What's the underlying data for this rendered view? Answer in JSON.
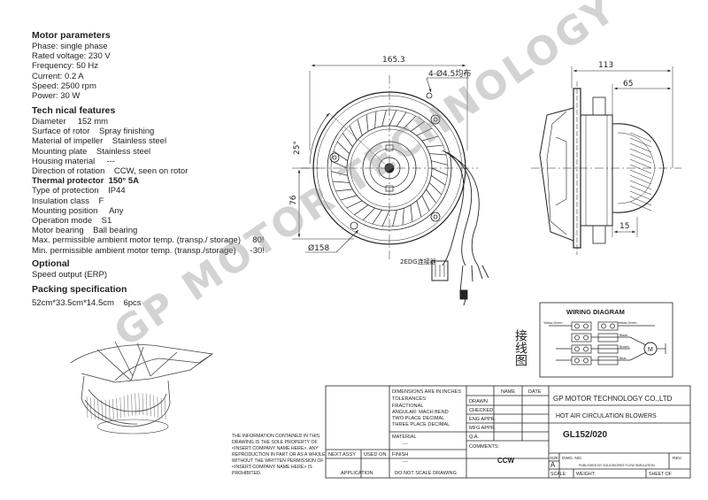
{
  "motor_parameters": {
    "title": "Motor parameters",
    "rows": [
      "Phase: single phase",
      "Rated voltage: 230 V",
      "Frequency: 50 Hz",
      "Current: 0.2 A",
      "Speed: 2500 rpm",
      "Power: 30 W"
    ]
  },
  "technical_features": {
    "title": "Tech nical features",
    "rows": [
      "Diameter     152 mm",
      "Surface of rotor    Spray finishing",
      "Material of impeller    Stainless steel",
      "Mounting plate    Stainless steel",
      "Housing material     ---",
      "Direction of rotation    CCW, seen on rotor",
      "Thermal protector  150° 5A",
      "Type of protection    IP44",
      "Insulation class    F",
      "Mounting position     Any",
      "Operation mode    S1",
      "Motor bearing    Ball bearing",
      "Max. permissible ambient motor temp. (transp./ storage)     80!",
      "Min. permissible ambient motor temp. (transp./storage)      -30!"
    ]
  },
  "optional": {
    "title": "Optional",
    "rows": [
      "Speed output (ERP)"
    ]
  },
  "packing": {
    "title": "Packing specification",
    "rows": [
      "52cm*33.5cm*14.5cm    6pcs"
    ]
  },
  "dimensions": {
    "width": "165.3",
    "holes": "4-Ø4.5均布",
    "angle": "25°",
    "height_left": "76",
    "diameter": "Ø158",
    "depth": "113",
    "shaft": "65",
    "flange": "15",
    "connector": "2EDG连接器"
  },
  "wiring": {
    "title": "WIRING DIAGRAM",
    "side_label": "接线图",
    "left_wire": "Yellow-Green",
    "right_wire": "Yellow-Green",
    "colors": [
      "Black",
      "Brown",
      "Blue"
    ],
    "motor": "M"
  },
  "title_block": {
    "dims_note": "DIMENSIONS ARE IN INCHES",
    "tolerances": "TOLERANCES:",
    "fractional": "FRACTIONAL",
    "angular": "ANGULAR: MACH    BEND",
    "two_place": "TWO PLACE DECIMAL",
    "three_place": "THREE PLACE DECIMAL",
    "material": "MATERIAL",
    "finish": "FINISH",
    "dash1": "---",
    "dash2": "---",
    "name_hdr": "NAME",
    "date_hdr": "DATE",
    "drawn": "DRAWN",
    "checked": "CHECKED",
    "eng_appr": "ENG APPR.",
    "mfg_appr": "MFG APPR.",
    "qa": "Q.A.",
    "comments": "COMMENTS:",
    "company": "GP MOTOR TECHNOLOGY CO.,LTD",
    "product": "HOT AIR CIRCULATION BLOWERS",
    "model": "GL152/020",
    "size_lbl": "SIZE",
    "size_val": "A",
    "dwg_no": "DWG.  NO.",
    "rev": "REV.",
    "published": "PUBLISHED BY SOLIDWORKS FLOW SIMULATION",
    "scale": "SCALE:",
    "weight": "WEIGHT:",
    "sheet": "SHEET  OF",
    "next_assy": "NEXT ASSY",
    "used_on": "USED ON",
    "application": "APPLICATION",
    "do_not_scale": "DO NOT SCALE DRAWING",
    "ccw": "CCW",
    "proprietary": [
      "THE INFORMATION CONTAINED IN THIS",
      "DRAWING IS THE SOLE PROPERTY OF",
      "<INSERT COMPANY NAME HERE>.  ANY",
      "REPRODUCTION IN PART OR AS A WHOLE",
      "WITHOUT THE WRITTEN PERMISSION OF",
      "<INSERT COMPANY NAME HERE> IS",
      "PROHIBITED."
    ]
  },
  "watermark": "GP MOTOR TECHNOLOGY CO.,LTD"
}
